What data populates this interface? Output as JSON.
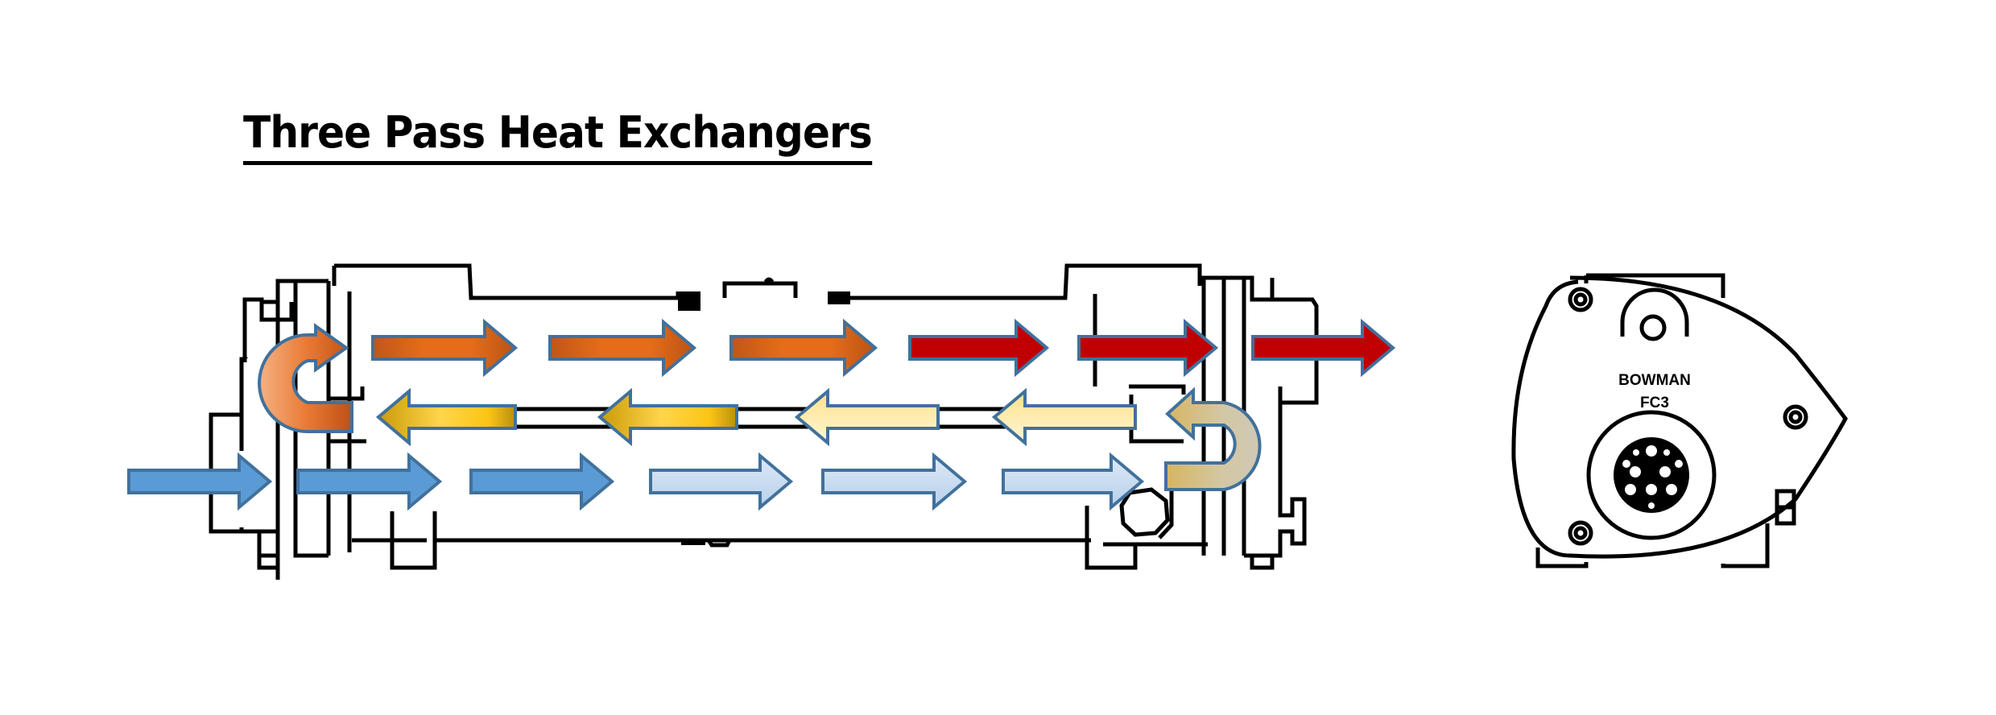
{
  "title": "Three Pass Heat Exchangers",
  "end_view": {
    "brand_label": "BOWMAN",
    "model_label": "FC3"
  },
  "flow_legend": {
    "cold_inlet_color": "#5b9bd5",
    "cold_fading_color": "#c9dcef",
    "hot_pass1_color": "#e46c1a",
    "hot_pass2_color": "#fcc515",
    "hot_pass3_color": "#fff0b8",
    "hot_outlet_color": "#c00000",
    "u_turn_front_color": "#f08a4b",
    "u_turn_rear_color": "#c7b98a",
    "outline_color": "#41719c"
  },
  "flows": {
    "top_row": [
      {
        "kind": "orange",
        "direction": "right"
      },
      {
        "kind": "orange",
        "direction": "right"
      },
      {
        "kind": "orange",
        "direction": "right"
      },
      {
        "kind": "red",
        "direction": "right"
      },
      {
        "kind": "red",
        "direction": "right"
      },
      {
        "kind": "red",
        "direction": "right"
      }
    ],
    "middle_row": [
      {
        "kind": "gold",
        "direction": "left"
      },
      {
        "kind": "gold",
        "direction": "left"
      },
      {
        "kind": "cream",
        "direction": "left"
      },
      {
        "kind": "cream",
        "direction": "left"
      }
    ],
    "bottom_row": [
      {
        "kind": "blue",
        "direction": "right"
      },
      {
        "kind": "blue",
        "direction": "right"
      },
      {
        "kind": "blue",
        "direction": "right"
      },
      {
        "kind": "paleblue",
        "direction": "right"
      },
      {
        "kind": "paleblue",
        "direction": "right"
      },
      {
        "kind": "paleblue",
        "direction": "right"
      }
    ],
    "u_turns": [
      {
        "kind": "front-u-turn",
        "direction": "up-right"
      },
      {
        "kind": "rear-u-turn",
        "direction": "down-left"
      }
    ]
  }
}
